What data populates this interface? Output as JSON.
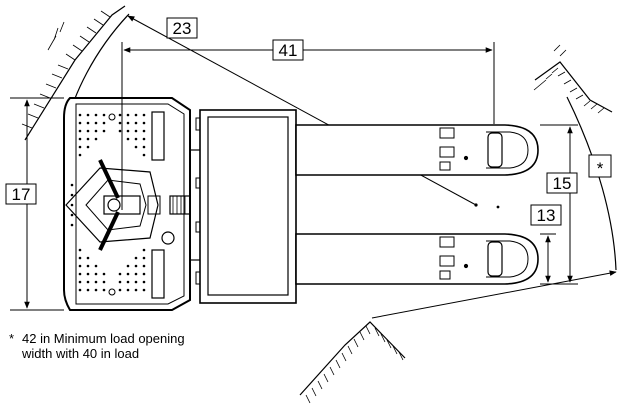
{
  "dimensions": {
    "d23": "23",
    "d41": "41",
    "d17": "17",
    "d15": "15",
    "d13": "13",
    "star": "*"
  },
  "footnote": {
    "marker": "*",
    "line1": "42 in Minimum load opening",
    "line2": "width with 40 in load"
  }
}
